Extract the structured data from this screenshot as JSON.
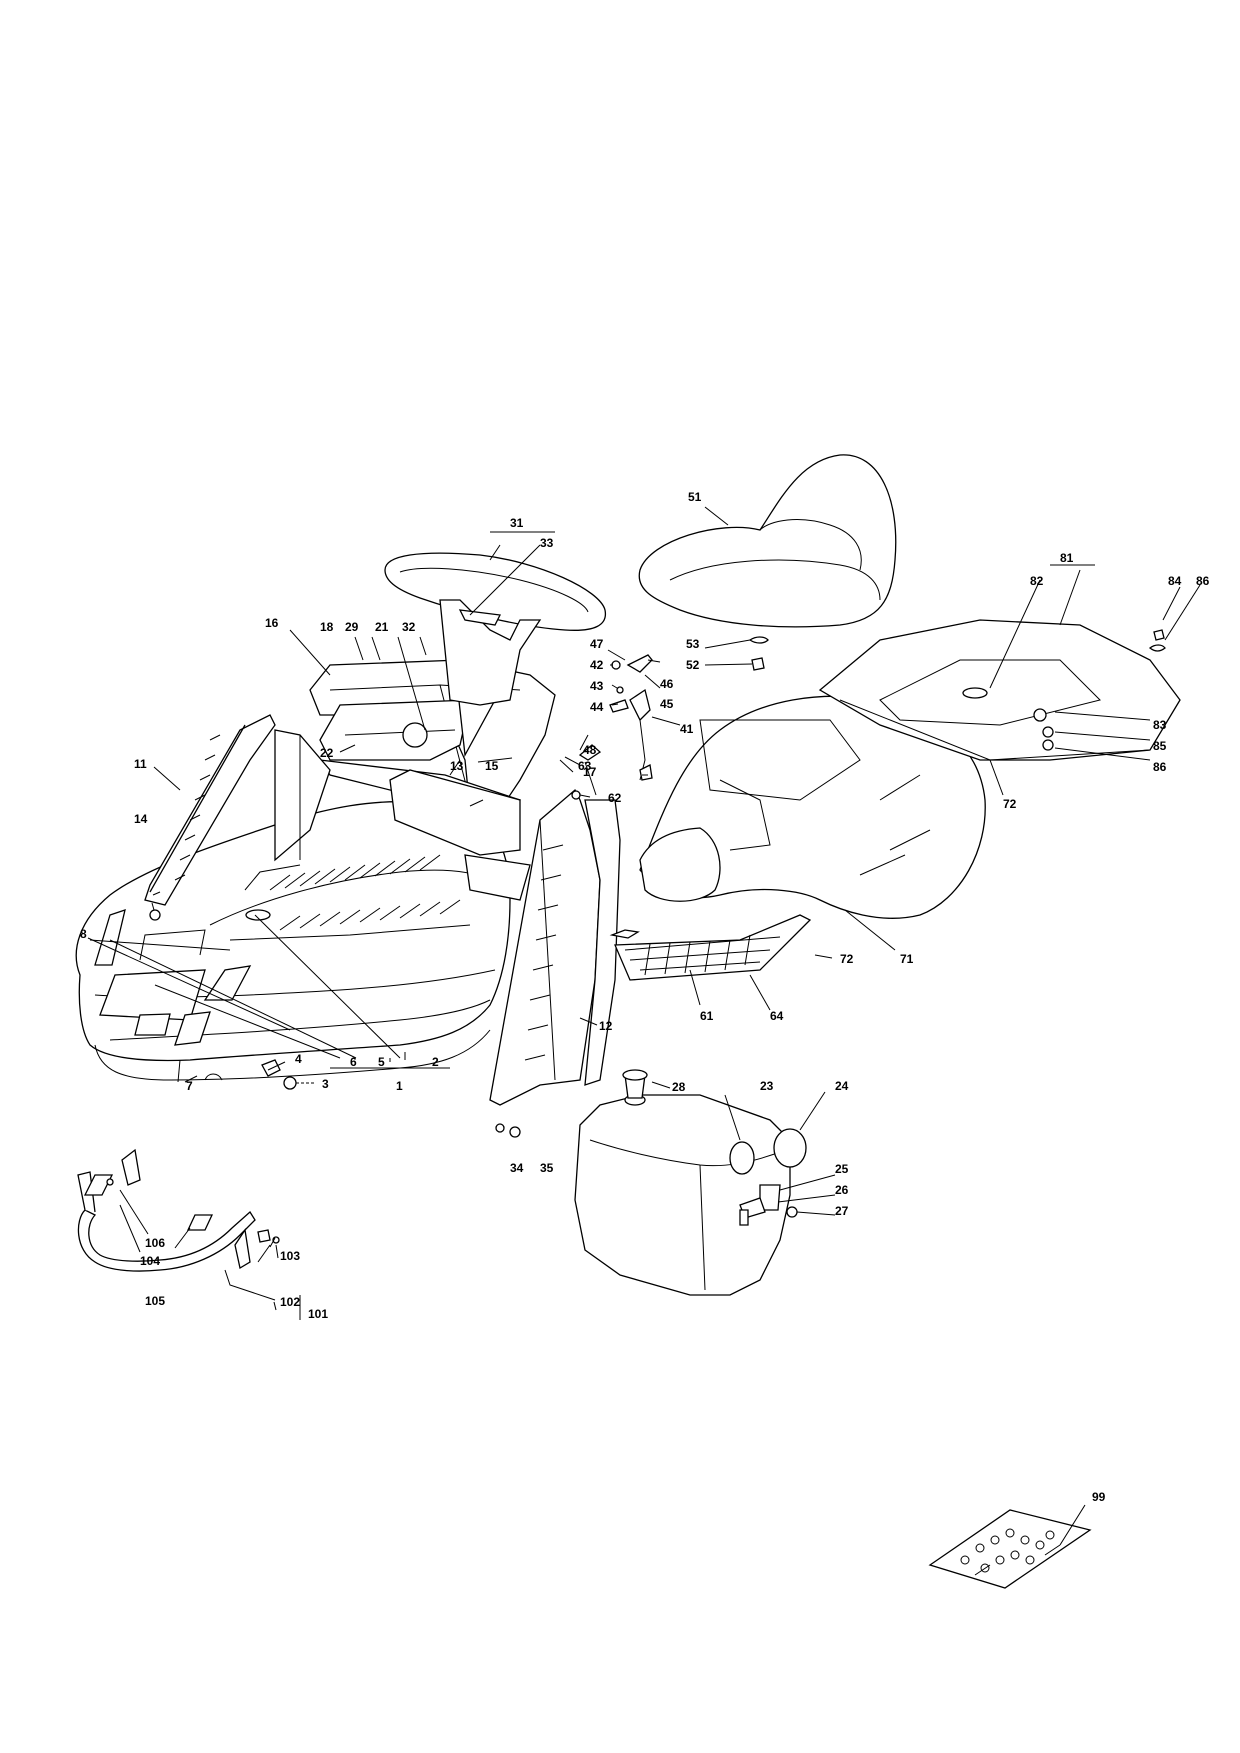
{
  "labels": {
    "c1": "1",
    "c2": "2",
    "c3": "3",
    "c4": "4",
    "c5": "5",
    "c6": "6",
    "c7": "7",
    "c8": "8",
    "c11": "11",
    "c12": "12",
    "c13": "13",
    "c14": "14",
    "c15": "15",
    "c16": "16",
    "c17": "17",
    "c18": "18",
    "c21": "21",
    "c22": "22",
    "c23": "23",
    "c24": "24",
    "c25": "25",
    "c26": "26",
    "c27": "27",
    "c28": "28",
    "c29": "29",
    "c31": "31",
    "c32": "32",
    "c33": "33",
    "c34": "34",
    "c35": "35",
    "c41": "41",
    "c42": "42",
    "c43": "43",
    "c44": "44",
    "c45": "45",
    "c46": "46",
    "c47": "47",
    "c48": "48",
    "c51": "51",
    "c52": "52",
    "c53": "53",
    "c61": "61",
    "c62": "62",
    "c63": "63",
    "c64": "64",
    "c71": "71",
    "c72a": "72",
    "c72b": "72",
    "c81": "81",
    "c82": "82",
    "c83": "83",
    "c84": "84",
    "c85": "85",
    "c86a": "86",
    "c86b": "86",
    "c99": "99",
    "c101": "101",
    "c102": "102",
    "c103": "103",
    "c104": "104",
    "c105": "105",
    "c106": "106"
  }
}
